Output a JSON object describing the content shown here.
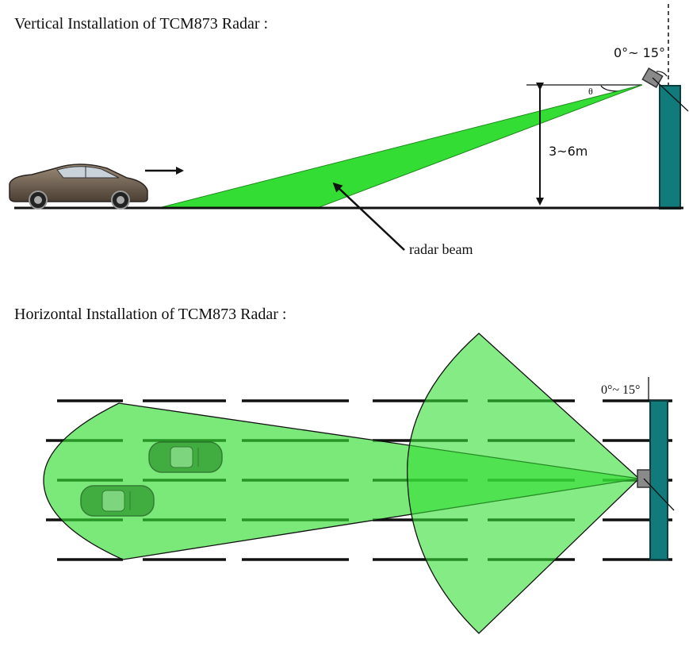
{
  "vertical": {
    "title": "Vertical Installation of TCM873 Radar :",
    "angle_range": "0°~ 15°",
    "theta": "θ",
    "height": "3~6m",
    "beam_label": "radar beam"
  },
  "horizontal": {
    "title": "Horizontal Installation of TCM873 Radar :",
    "angle_range": "0°~ 15°"
  },
  "colors": {
    "beam_green": "#33dd33",
    "beam_light": "#7fe87f",
    "pole": "#117a7a",
    "car_body": "#6b5a4a"
  }
}
